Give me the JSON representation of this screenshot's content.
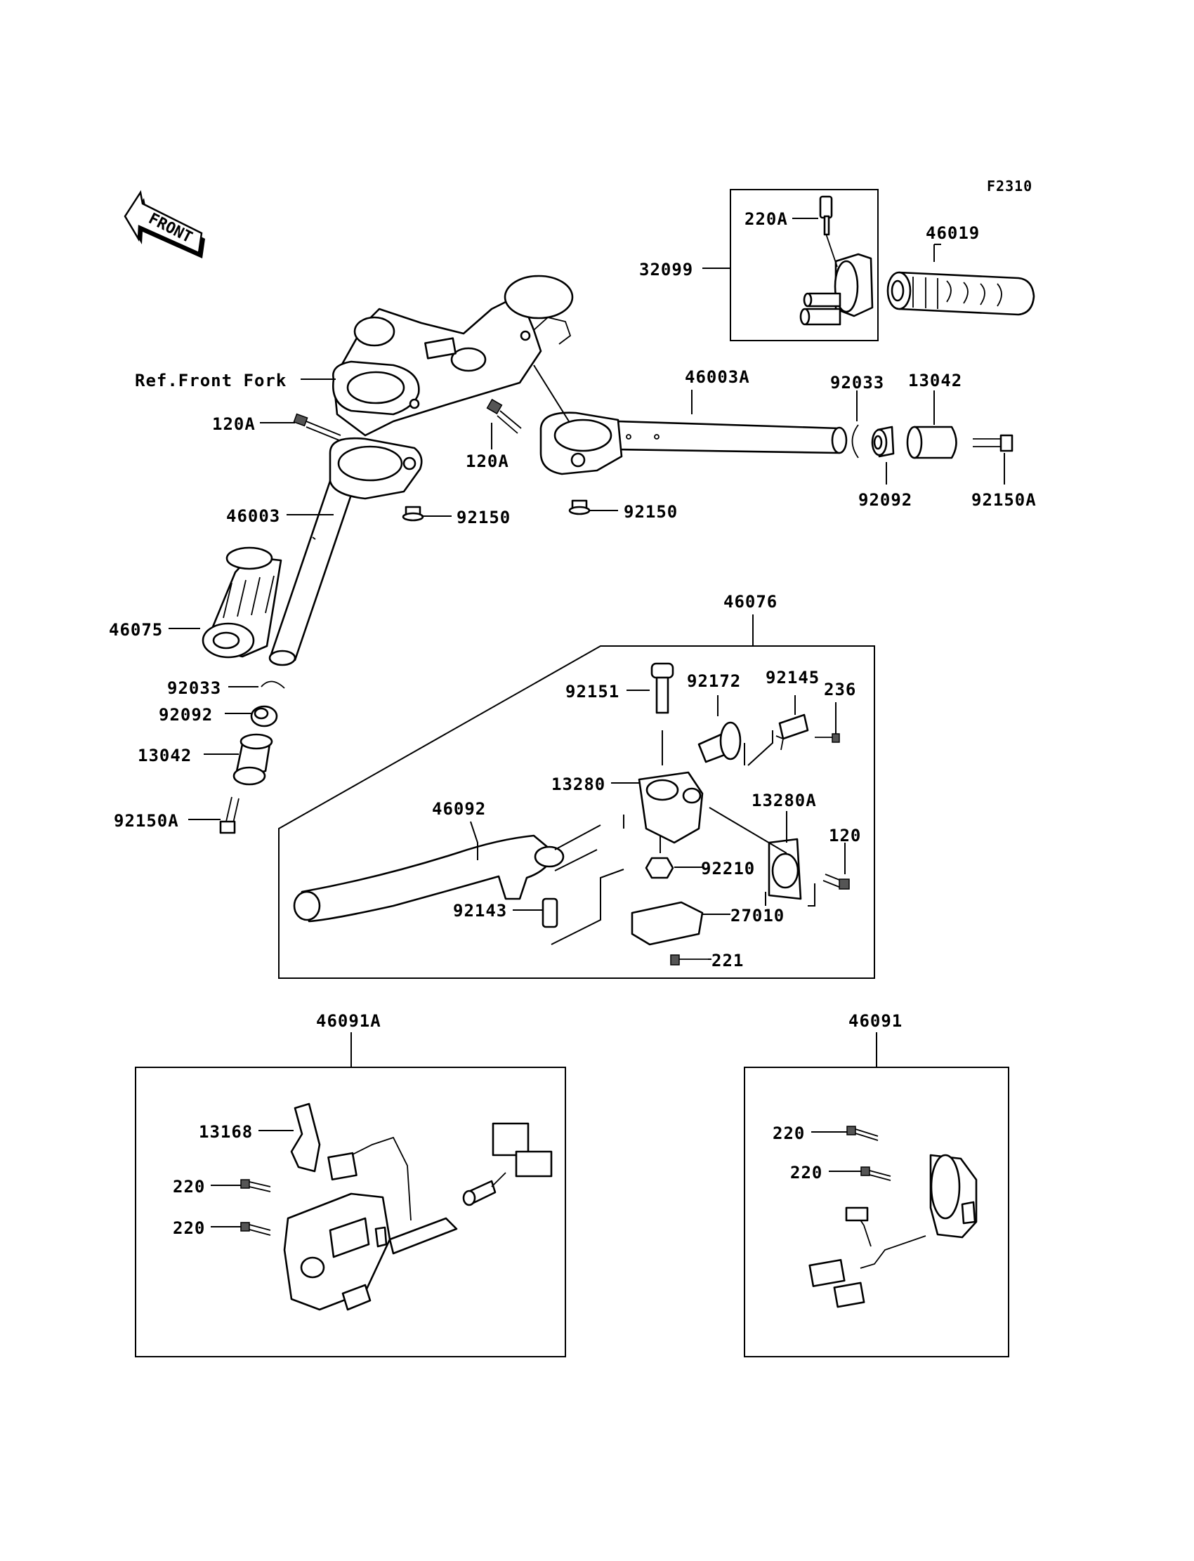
{
  "figure_code": "F2310",
  "front_indicator": "FRONT",
  "labels": {
    "l_220A_top": "220A",
    "l_46019": "46019",
    "l_32099": "32099",
    "l_ref_front_fork": "Ref.Front Fork",
    "l_46003A": "46003A",
    "l_92033_right": "92033",
    "l_13042_right": "13042",
    "l_120A_left": "120A",
    "l_120A_mid": "120A",
    "l_92092_right": "92092",
    "l_92150A_right": "92150A",
    "l_46003": "46003",
    "l_92150_left": "92150",
    "l_92150_mid": "92150",
    "l_46075": "46075",
    "l_46076": "46076",
    "l_92033_left": "92033",
    "l_92092_left": "92092",
    "l_13042_left": "13042",
    "l_92150A_left": "92150A",
    "l_92151": "92151",
    "l_92172": "92172",
    "l_92145": "92145",
    "l_236": "236",
    "l_13280": "13280",
    "l_13280A": "13280A",
    "l_46092": "46092",
    "l_120": "120",
    "l_92210": "92210",
    "l_92143": "92143",
    "l_27010": "27010",
    "l_221": "221",
    "l_46091A": "46091A",
    "l_46091": "46091",
    "l_13168": "13168",
    "l_220_a": "220",
    "l_220_b": "220",
    "l_220_c": "220",
    "l_220_d": "220"
  }
}
